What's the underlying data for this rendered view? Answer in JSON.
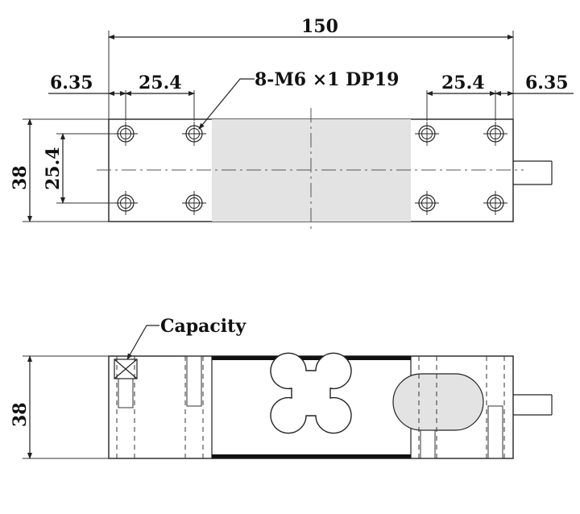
{
  "dimensions": {
    "overall_length": "150",
    "edge_offset_left": "6.35",
    "edge_offset_right": "6.35",
    "hole_spacing_left": "25.4",
    "hole_spacing_right": "25.4",
    "hole_spacing_vertical": "25.4",
    "height_top_view": "38",
    "height_side_view": "38"
  },
  "callouts": {
    "thread_spec": "8-M6 ×1 DP19",
    "capacity": "Capacity"
  },
  "icons": {
    "mounting_hole": "crosshair-circle-icon",
    "cable": "cable-icon",
    "overload_stop": "cross-box-icon"
  }
}
